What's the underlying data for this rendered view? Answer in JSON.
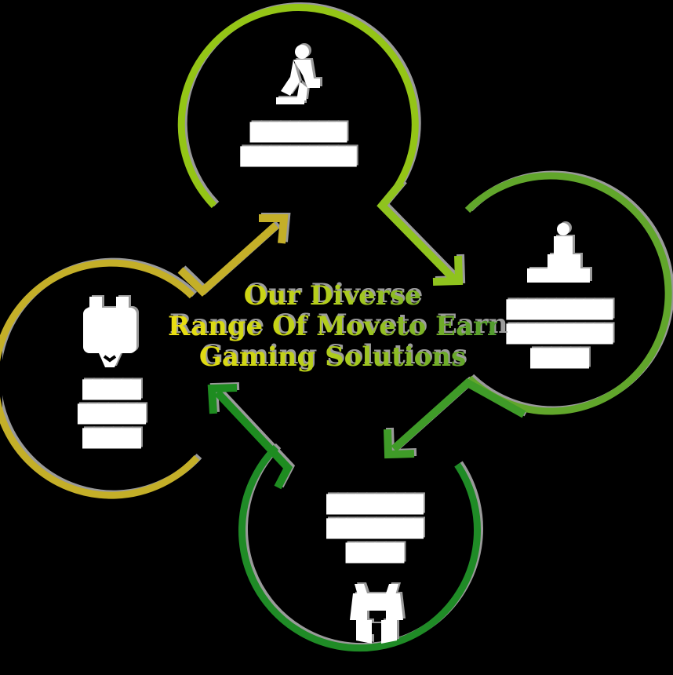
{
  "background_color": "#000000",
  "title": {
    "lines": [
      "Our Diverse",
      "Range Of Moveto Earn",
      "Gaming Solutions"
    ],
    "gradient_start_color": "#ecdf12",
    "gradient_mid_color": "#a8ca1f",
    "gradient_end_color": "#4f9b2e",
    "shadow_color": "#9c9c9c"
  },
  "cycle_nodes": [
    {
      "position": "top",
      "icon": "runner-icon",
      "circle_color": "#94c516",
      "legible": false,
      "text_lines": [
        "██████████",
        "████████████"
      ]
    },
    {
      "position": "right",
      "icon": "winner-podium-icon",
      "circle_color": "#61a62b",
      "legible": false,
      "text_lines": [
        "███████████",
        "███████████",
        "██████"
      ]
    },
    {
      "position": "bottom",
      "icon": "gamepad-icon",
      "circle_color": "#1f8b26",
      "legible": false,
      "text_lines": [
        "██████████",
        "██████████",
        "██████"
      ]
    },
    {
      "position": "left",
      "icon": "smartwatch-icon",
      "circle_color": "#c4af28",
      "legible": false,
      "text_lines": [
        "██████",
        "███████",
        "██████"
      ]
    }
  ],
  "arrows": [
    {
      "from": "left",
      "to": "top",
      "color": "#c4af28"
    },
    {
      "from": "top",
      "to": "right",
      "color": "#8fc31e"
    },
    {
      "from": "right",
      "to": "bottom",
      "color": "#3f9b28"
    },
    {
      "from": "bottom",
      "to": "left",
      "color": "#1e8c20"
    }
  ],
  "shadow_color": "#9a9a9a",
  "text_color": "#ffffff"
}
